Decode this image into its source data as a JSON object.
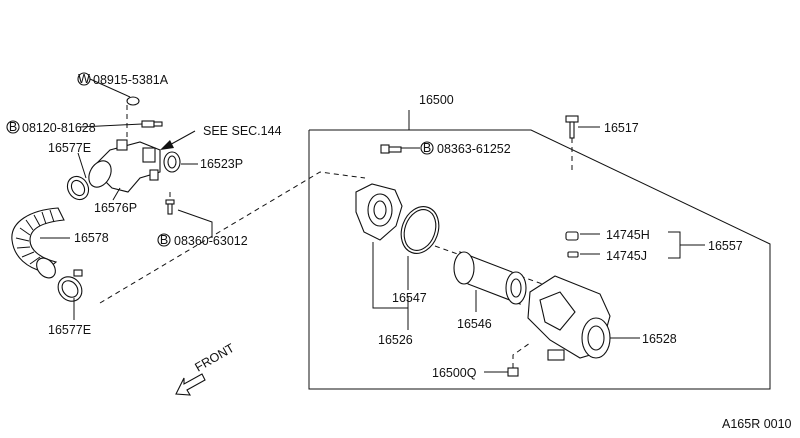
{
  "labels": {
    "w_08915": "08915-5381A",
    "b_08120": "08120-81628",
    "see_sec": "SEE SEC.144",
    "p16577E_top": "16577E",
    "p16523P": "16523P",
    "p16576P": "16576P",
    "p16578": "16578",
    "b_08360": "08360-63012",
    "p16577E_bot": "16577E",
    "p16500": "16500",
    "b_08363": "08363-61252",
    "p16517": "16517",
    "p14745H": "14745H",
    "p14745J": "14745J",
    "p16557": "16557",
    "p16547": "16547",
    "p16546": "16546",
    "p16526": "16526",
    "p16528": "16528",
    "p16500Q": "16500Q",
    "front": "FRONT",
    "ref": "A165R 0010"
  },
  "markers": {
    "washer": "W",
    "bolt": "B"
  }
}
